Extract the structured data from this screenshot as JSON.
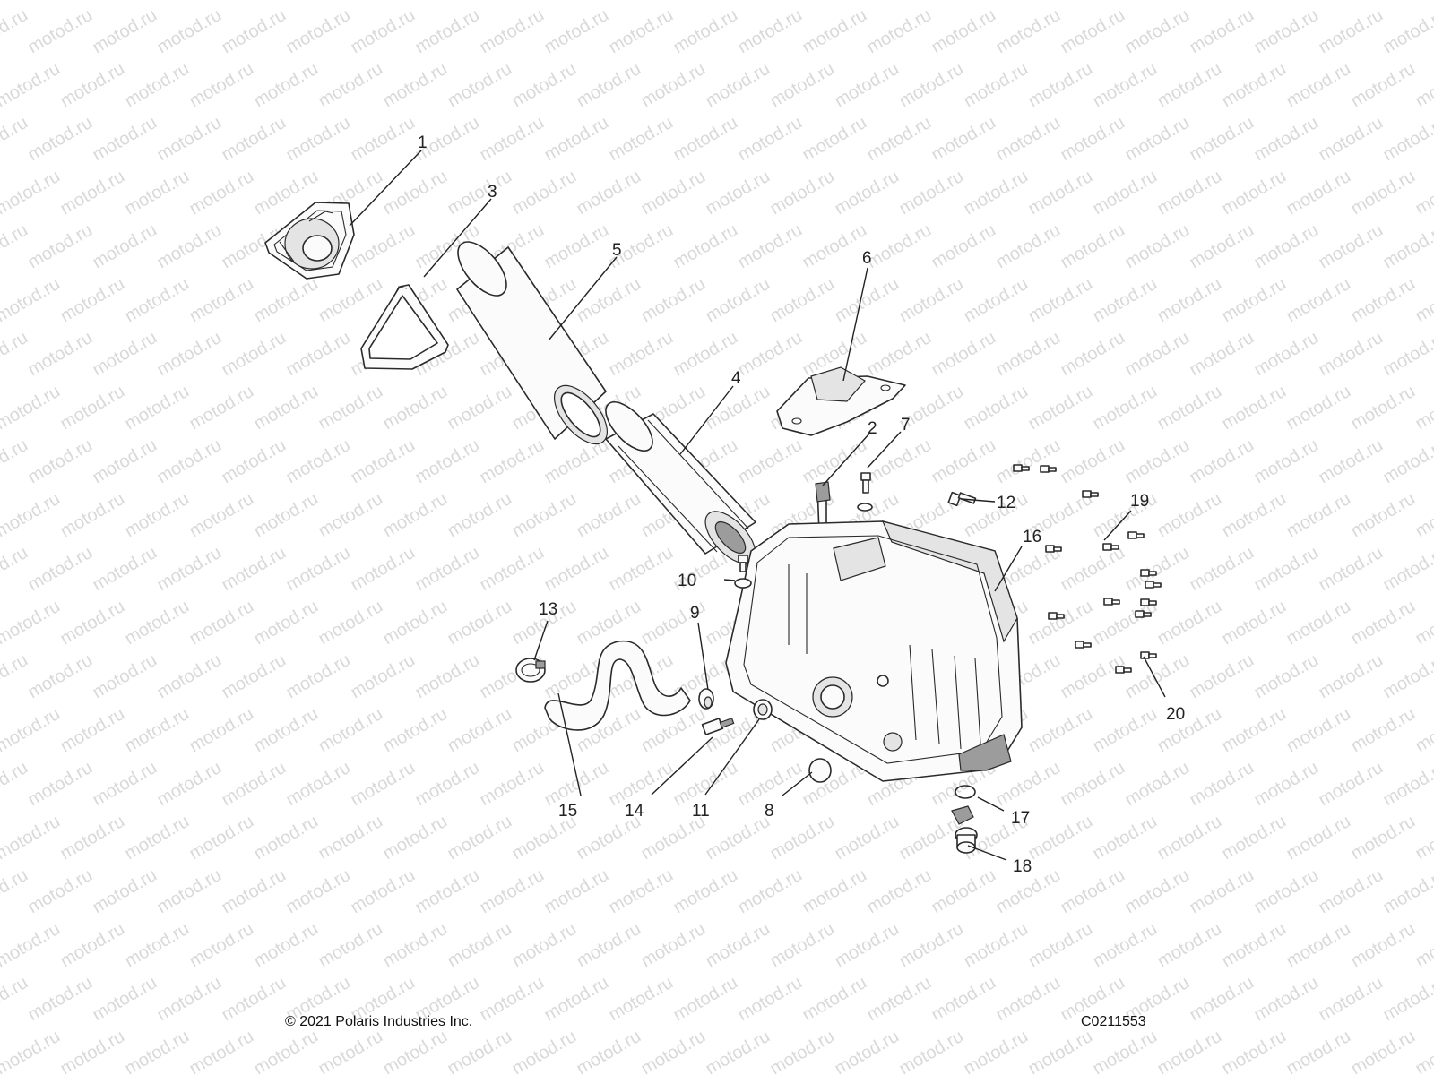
{
  "watermark": "motod.ru",
  "callouts": [
    {
      "id": "1",
      "label": "1"
    },
    {
      "id": "2",
      "label": "2"
    },
    {
      "id": "3",
      "label": "3"
    },
    {
      "id": "4",
      "label": "4"
    },
    {
      "id": "5",
      "label": "5"
    },
    {
      "id": "6",
      "label": "6"
    },
    {
      "id": "7",
      "label": "7"
    },
    {
      "id": "8",
      "label": "8"
    },
    {
      "id": "9",
      "label": "9"
    },
    {
      "id": "10",
      "label": "10"
    },
    {
      "id": "11",
      "label": "11"
    },
    {
      "id": "12",
      "label": "12"
    },
    {
      "id": "13",
      "label": "13"
    },
    {
      "id": "14",
      "label": "14"
    },
    {
      "id": "15",
      "label": "15"
    },
    {
      "id": "16",
      "label": "16"
    },
    {
      "id": "17",
      "label": "17"
    },
    {
      "id": "18",
      "label": "18"
    },
    {
      "id": "19",
      "label": "19"
    },
    {
      "id": "20",
      "label": "20"
    }
  ],
  "footer": {
    "copyright": "© 2021 Polaris Industries Inc.",
    "drawing_number": "C0211553"
  }
}
